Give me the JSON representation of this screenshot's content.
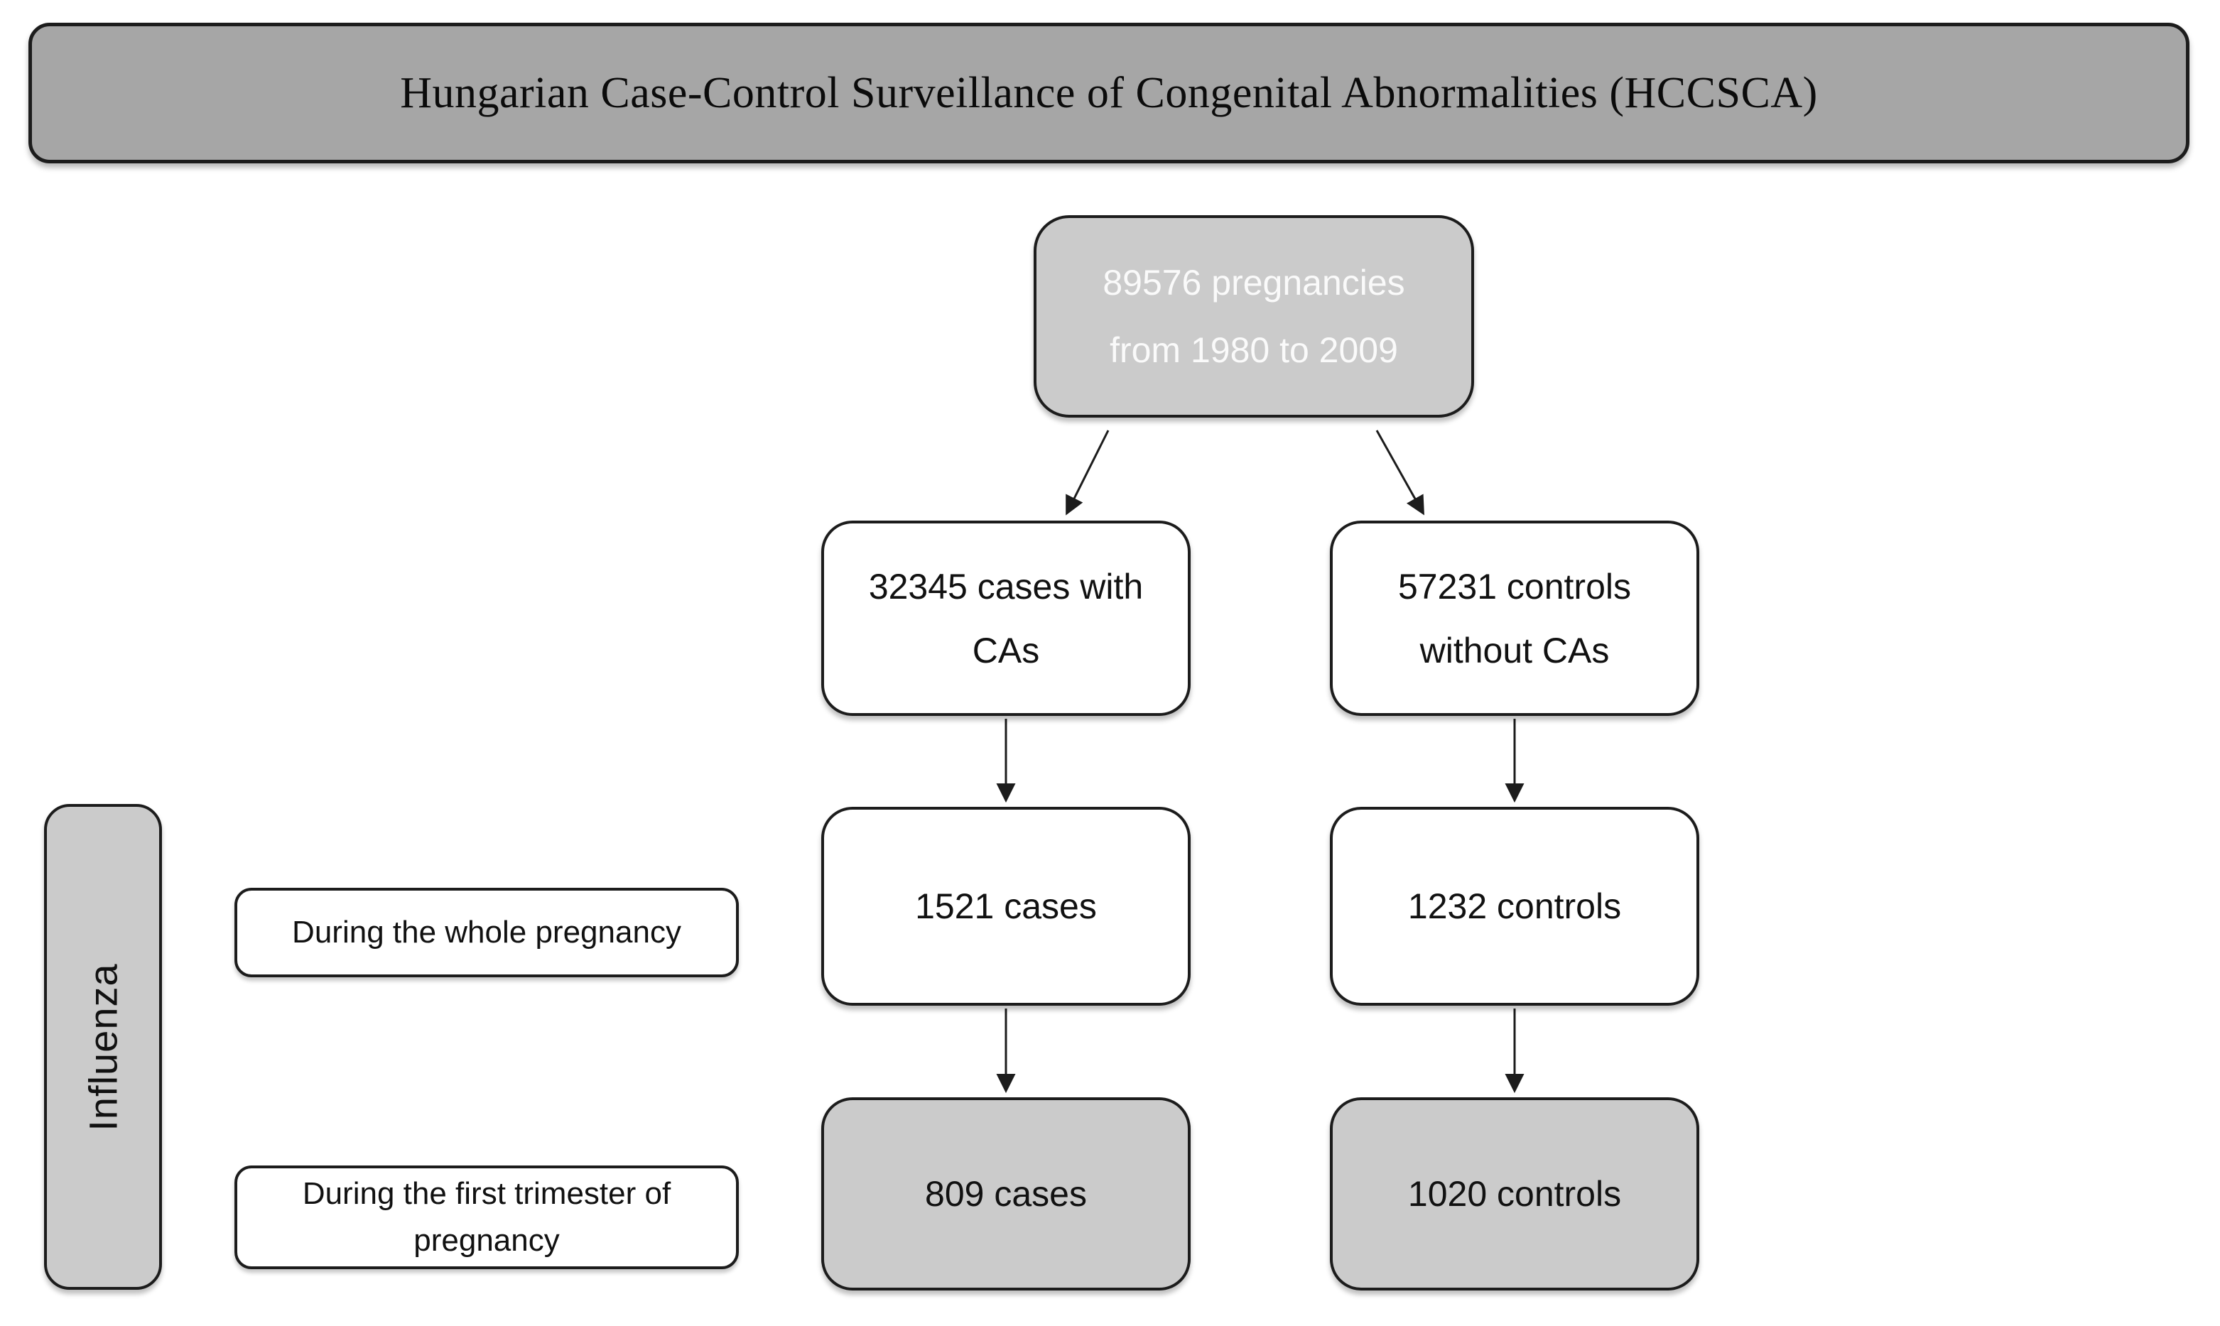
{
  "colors": {
    "banner_fill": "#a6a6a6",
    "node_gray": "#cbcbcb",
    "node_white": "#ffffff",
    "stroke": "#1c1c1c",
    "root_text": "#fafafa",
    "text": "#111111"
  },
  "banner": {
    "title": "Hungarian Case-Control Surveillance of Congenital Abnormalities (HCCSCA)"
  },
  "flow": {
    "root": {
      "label": "89576 pregnancies from 1980 to 2009"
    },
    "cases_total": {
      "label": "32345 cases with CAs"
    },
    "controls_total": {
      "label": "57231 controls without CAs"
    },
    "cases_whole": {
      "label": "1521 cases"
    },
    "controls_whole": {
      "label": "1232 controls"
    },
    "cases_first": {
      "label": "809 cases"
    },
    "controls_first": {
      "label": "1020 controls"
    }
  },
  "side": {
    "category": "Influenza",
    "row_whole": "During the whole pregnancy",
    "row_first": "During the first trimester of pregnancy"
  }
}
